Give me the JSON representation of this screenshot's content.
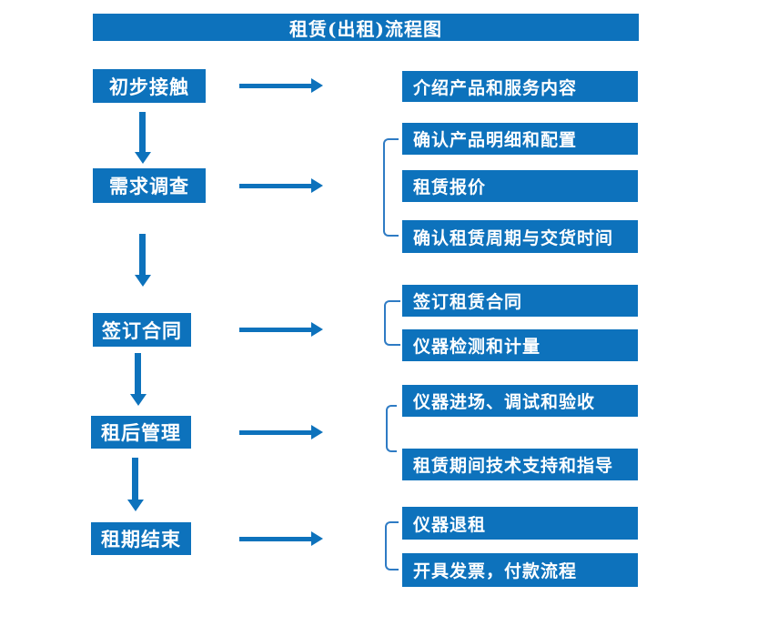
{
  "colors": {
    "primary": "#0d72bc",
    "bracket_line": "#2e7bc4",
    "background": "#ffffff",
    "text_on_primary": "#ffffff"
  },
  "title": "租赁(出租)流程图",
  "steps": [
    {
      "label": "初步接触",
      "details": [
        "介绍产品和服务内容"
      ]
    },
    {
      "label": "需求调查",
      "details": [
        "确认产品明细和配置",
        "租赁报价",
        "确认租赁周期与交货时间"
      ]
    },
    {
      "label": "签订合同",
      "details": [
        "签订租赁合同",
        "仪器检测和计量"
      ]
    },
    {
      "label": "租后管理",
      "details": [
        "仪器进场、调试和验收",
        "租赁期间技术支持和指导"
      ]
    },
    {
      "label": "租期结束",
      "details": [
        "仪器退租",
        "开具发票，付款流程"
      ]
    }
  ]
}
